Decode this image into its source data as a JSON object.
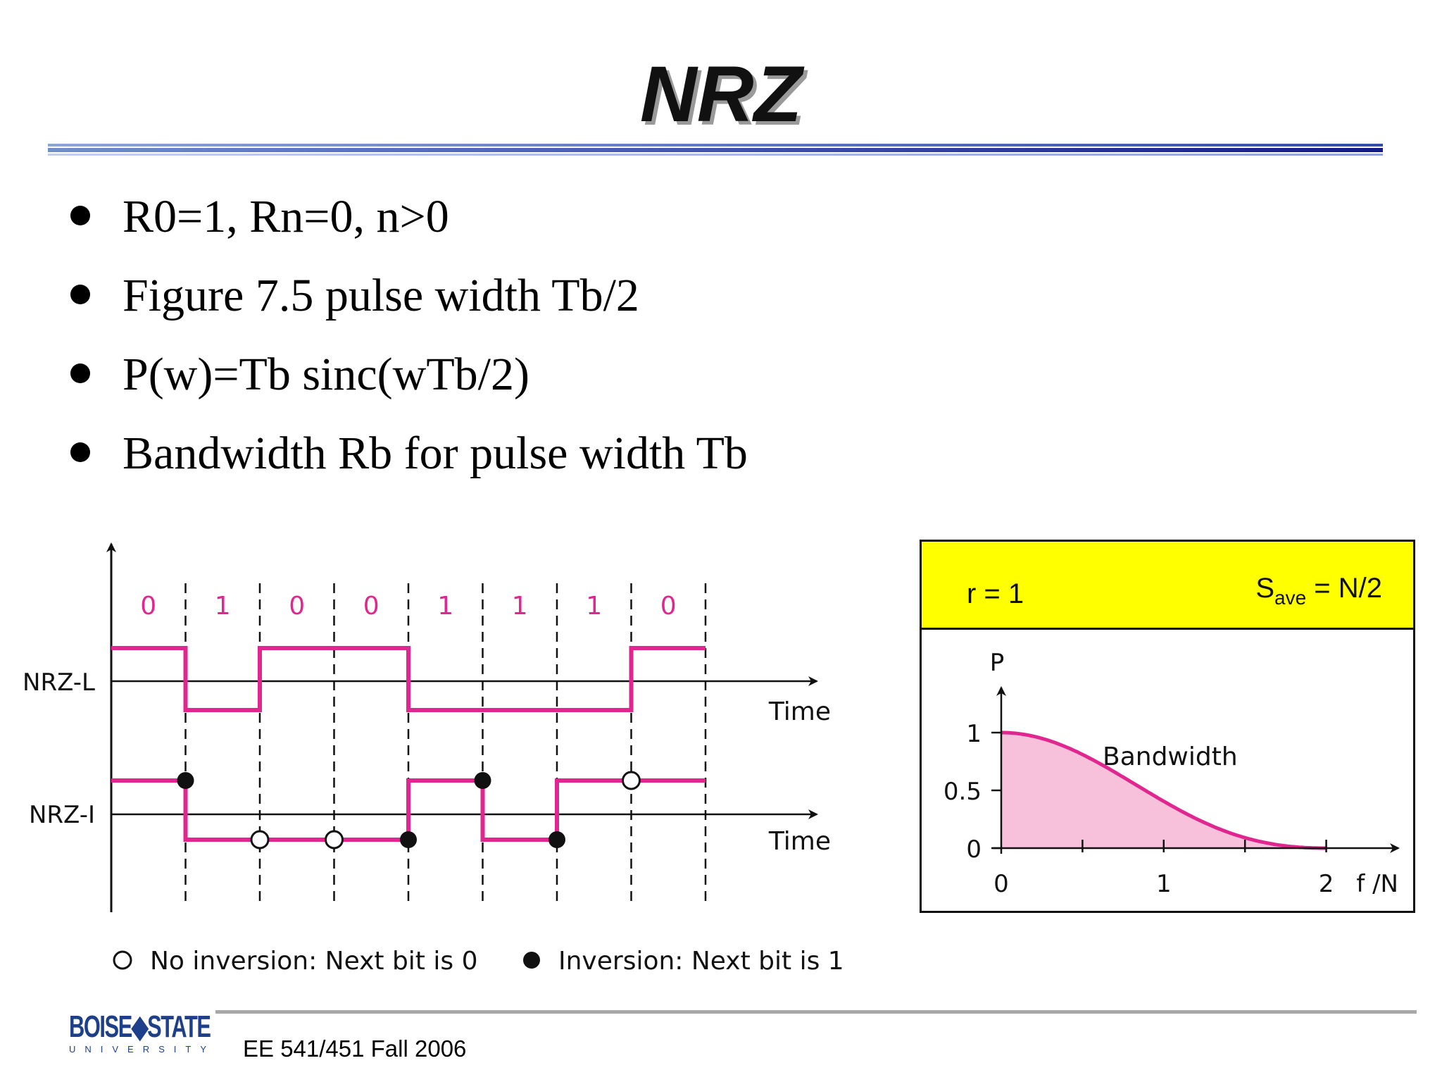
{
  "slide": {
    "title": "NRZ",
    "bullets": [
      "R0=1, Rn=0, n>0",
      "Figure 7.5 pulse width Tb/2",
      "P(w)=Tb sinc(wTb/2)",
      "Bandwidth Rb for pulse width Tb"
    ],
    "footer": "EE 541/451 Fall 2006"
  },
  "logo": {
    "word": "BOISE◆STATE",
    "sub": "UNIVERSITY"
  },
  "nrz_figure": {
    "bits": [
      "0",
      "1",
      "0",
      "0",
      "1",
      "1",
      "1",
      "0"
    ],
    "nrz_l_label": "NRZ-L",
    "nrz_i_label": "NRZ-I",
    "time_label": "Time",
    "nrz_l_levels": [
      1,
      0,
      1,
      1,
      0,
      0,
      0,
      1
    ],
    "nrz_i_levels": [
      1,
      0,
      0,
      0,
      1,
      0,
      1,
      1
    ],
    "open_circle_boundaries": [
      2,
      3,
      7
    ],
    "filled_circle_boundaries": [
      1,
      4,
      5,
      6
    ],
    "legend": {
      "open": "No inversion: Next bit is 0",
      "filled": "Inversion: Next bit is 1"
    }
  },
  "spectrum_figure": {
    "r_label": "r = 1",
    "s_label_main": "S",
    "s_label_sub": "ave",
    "s_label_rest": " = N/2",
    "p_axis_label": "P",
    "f_axis_label": "f /N",
    "bandwidth_label": "Bandwidth",
    "y_ticks": [
      "1",
      "0.5",
      "0"
    ],
    "x_ticks": [
      "0",
      "1",
      "2"
    ],
    "colors": {
      "curve": "#e2268f",
      "fill": "#f7c1dc",
      "header": "#ffff00"
    }
  },
  "colors": {
    "signal": "#e2268f",
    "bits": "#e2268f"
  }
}
